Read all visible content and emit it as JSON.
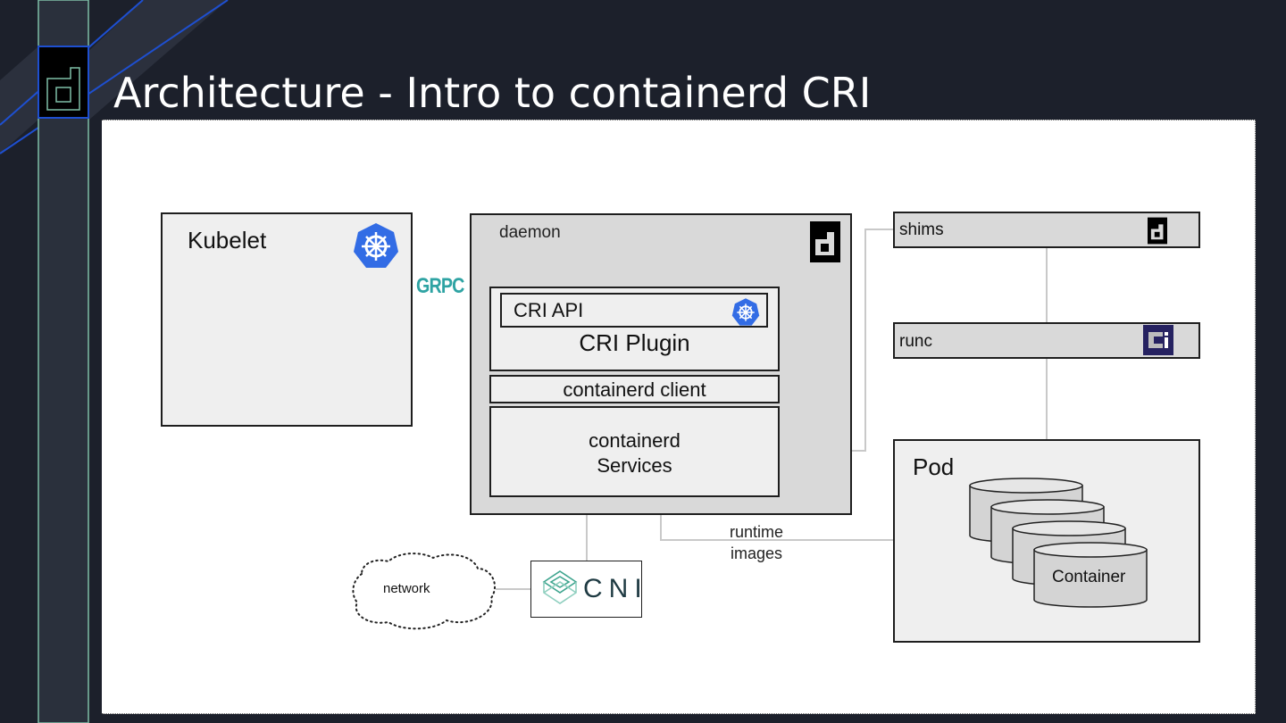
{
  "slide": {
    "title": "Architecture - Intro to containerd CRI",
    "logo_icon": "containerd-logo-icon"
  },
  "diagram": {
    "kubelet": {
      "label": "Kubelet",
      "icon": "kubernetes-icon"
    },
    "grpc": {
      "label": "GRPC",
      "color": "#2ea3a3"
    },
    "daemon": {
      "label": "daemon",
      "icon": "containerd-icon",
      "cri_plugin": {
        "api_label": "CRI API",
        "api_icon": "kubernetes-icon",
        "label": "CRI Plugin"
      },
      "client_label": "containerd client",
      "services_line1": "containerd",
      "services_line2": "Services"
    },
    "shims": {
      "label": "shims",
      "icon": "containerd-icon"
    },
    "runc": {
      "label": "runc",
      "icon": "oci-icon"
    },
    "pod": {
      "label": "Pod",
      "container_label": "Container",
      "container_count": 4
    },
    "connector_label_line1": "runtime",
    "connector_label_line2": "images",
    "network": {
      "label": "network"
    },
    "cni": {
      "label": "CNI",
      "icon": "cni-logo-icon",
      "color": "#1f3b43"
    }
  },
  "colors": {
    "background": "#1c202b",
    "kube_blue": "#326ce5",
    "accent_blue": "#1e4fd0",
    "accent_teal": "#7fbfa8",
    "oci_navy": "#262261",
    "box_light": "#efefef",
    "box_mid": "#d9d9d9"
  }
}
